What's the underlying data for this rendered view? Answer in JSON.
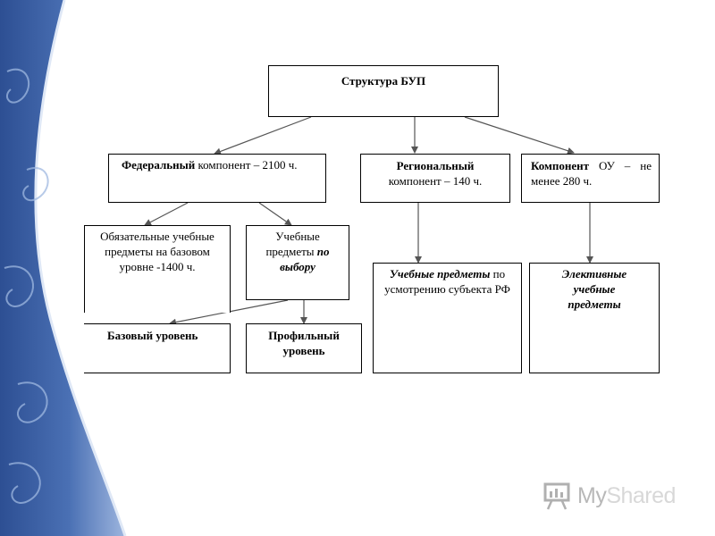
{
  "title": "Структура БУП",
  "federal": {
    "bold": "Федеральный",
    "rest": " компонент – 2100 ч."
  },
  "regional": {
    "bold": "Региональный",
    "rest": "компонент – 140 ч."
  },
  "ou": {
    "bold": "Компонент",
    "rest": " ОУ – не менее 280 ч."
  },
  "mandatory": {
    "text": "Обязательные учебные предметы на базовом уровне -1400 ч."
  },
  "elective_choice": {
    "plain": "Учебные предметы ",
    "italic": "по выбору"
  },
  "basic_level": {
    "text": "Базовый уровень"
  },
  "profile_level": {
    "text": "Профильный уровень"
  },
  "subject_rf": {
    "italic": "Учебные предметы",
    "rest": " по усмотрению субъекта РФ"
  },
  "elective_subjects": {
    "text": "Элективные учебные предметы"
  },
  "watermark": {
    "my": "My",
    "shared": "Shared"
  },
  "colors": {
    "side_dark": "#3f63a8",
    "side_light": "#9db5de",
    "arrow": "#555555",
    "logo_gray": "#b8b8b8"
  },
  "icons": {
    "side_decor": "swirl-ornament",
    "logo": "presentation-board-icon"
  }
}
